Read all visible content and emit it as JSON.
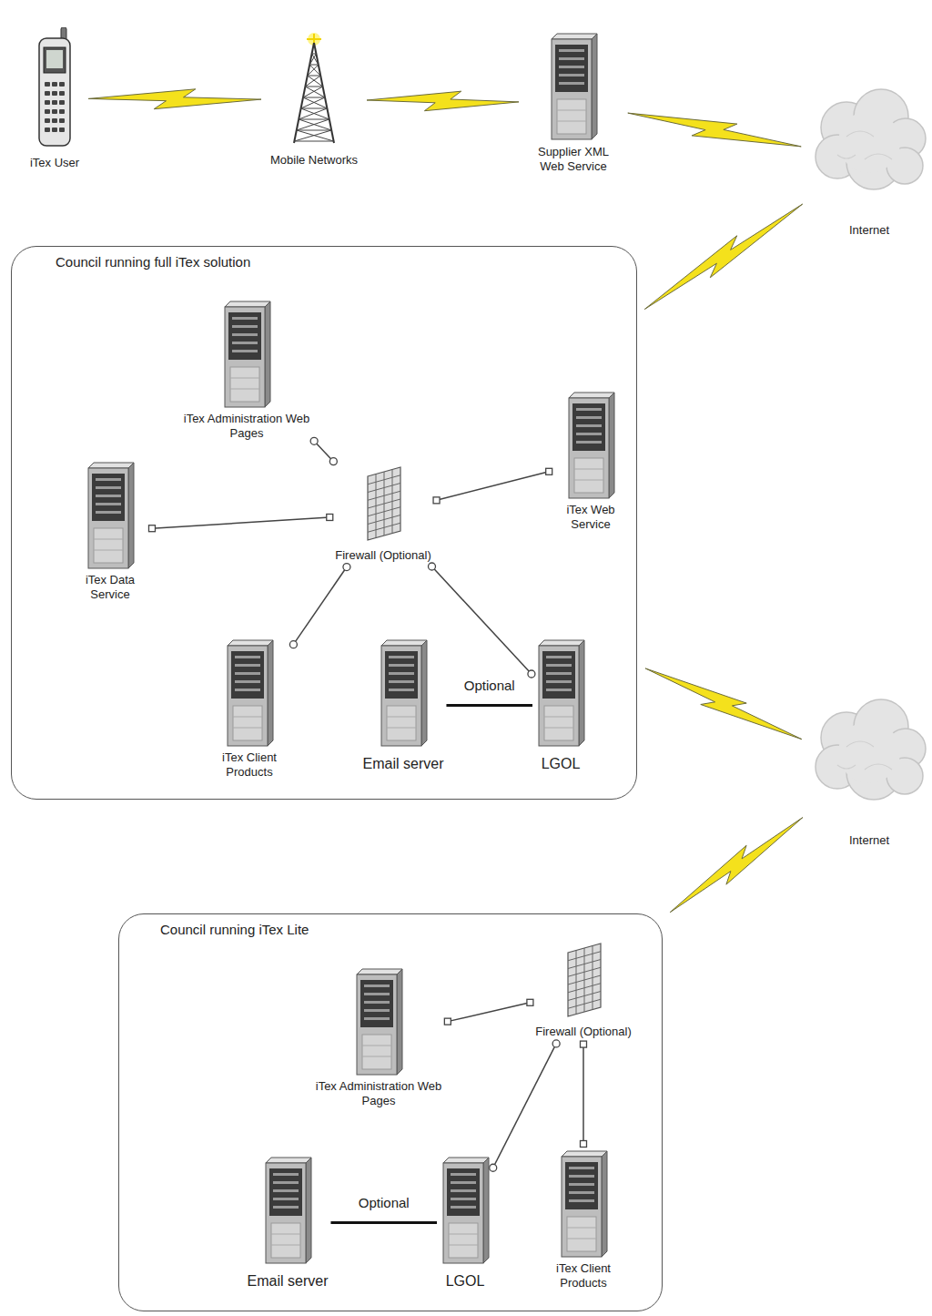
{
  "diagram": {
    "nodes": [
      {
        "text": [
          "iTex User"
        ]
      },
      {
        "text": [
          "Mobile Networks"
        ]
      },
      {
        "text": [
          "Supplier XML Web Service"
        ]
      },
      {
        "text": [
          "Internet"
        ]
      },
      {
        "text": [
          "Council running full iTex solution"
        ]
      },
      {
        "text": [
          "iTex Administration Web Pages"
        ],
        "in": 4
      },
      {
        "text": [
          "iTex Data Service"
        ],
        "in": 4
      },
      {
        "text": [
          "Firewall (Optional)"
        ],
        "in": 4
      },
      {
        "text": [
          "iTex Web Service"
        ],
        "in": 4
      },
      {
        "text": [
          "iTex Client Products"
        ],
        "in": 4
      },
      {
        "text": [
          "Email server"
        ],
        "in": 4
      },
      {
        "text": [
          "LGOL"
        ],
        "in": 4
      },
      {
        "text": [
          "Internet"
        ]
      },
      {
        "text": [
          "Council running iTex Lite"
        ]
      },
      {
        "text": [
          "iTex Administration Web Pages"
        ],
        "in": 13
      },
      {
        "text": [
          "Firewall (Optional)"
        ],
        "in": 13
      },
      {
        "text": [
          "Email server"
        ],
        "in": 13
      },
      {
        "text": [
          "LGOL"
        ],
        "in": 13
      },
      {
        "text": [
          "iTex Client Products"
        ],
        "in": 13
      }
    ],
    "edges": [
      {
        "from": 0,
        "to": 1,
        "arrow": "none"
      },
      {
        "from": 1,
        "to": 2,
        "arrow": "none"
      },
      {
        "from": 2,
        "to": 3,
        "arrow": "none"
      },
      {
        "from": 3,
        "to": 4,
        "arrow": "none"
      },
      {
        "from": 4,
        "to": 12,
        "arrow": "none"
      },
      {
        "from": 12,
        "to": 13,
        "arrow": "none"
      },
      {
        "from": 5,
        "to": 7,
        "arrow": "none"
      },
      {
        "from": 6,
        "to": 7,
        "arrow": "none"
      },
      {
        "from": 7,
        "to": 8,
        "arrow": "none"
      },
      {
        "from": 7,
        "to": 9,
        "arrow": "none"
      },
      {
        "from": 7,
        "to": 11,
        "arrow": "none"
      },
      {
        "from": 10,
        "to": 11,
        "label": "Optional",
        "arrow": "none"
      },
      {
        "from": 14,
        "to": 15,
        "arrow": "none"
      },
      {
        "from": 17,
        "to": 15,
        "arrow": "none"
      },
      {
        "from": 15,
        "to": 18,
        "arrow": "none"
      },
      {
        "from": 16,
        "to": 17,
        "label": "Optional",
        "arrow": "none"
      }
    ]
  }
}
